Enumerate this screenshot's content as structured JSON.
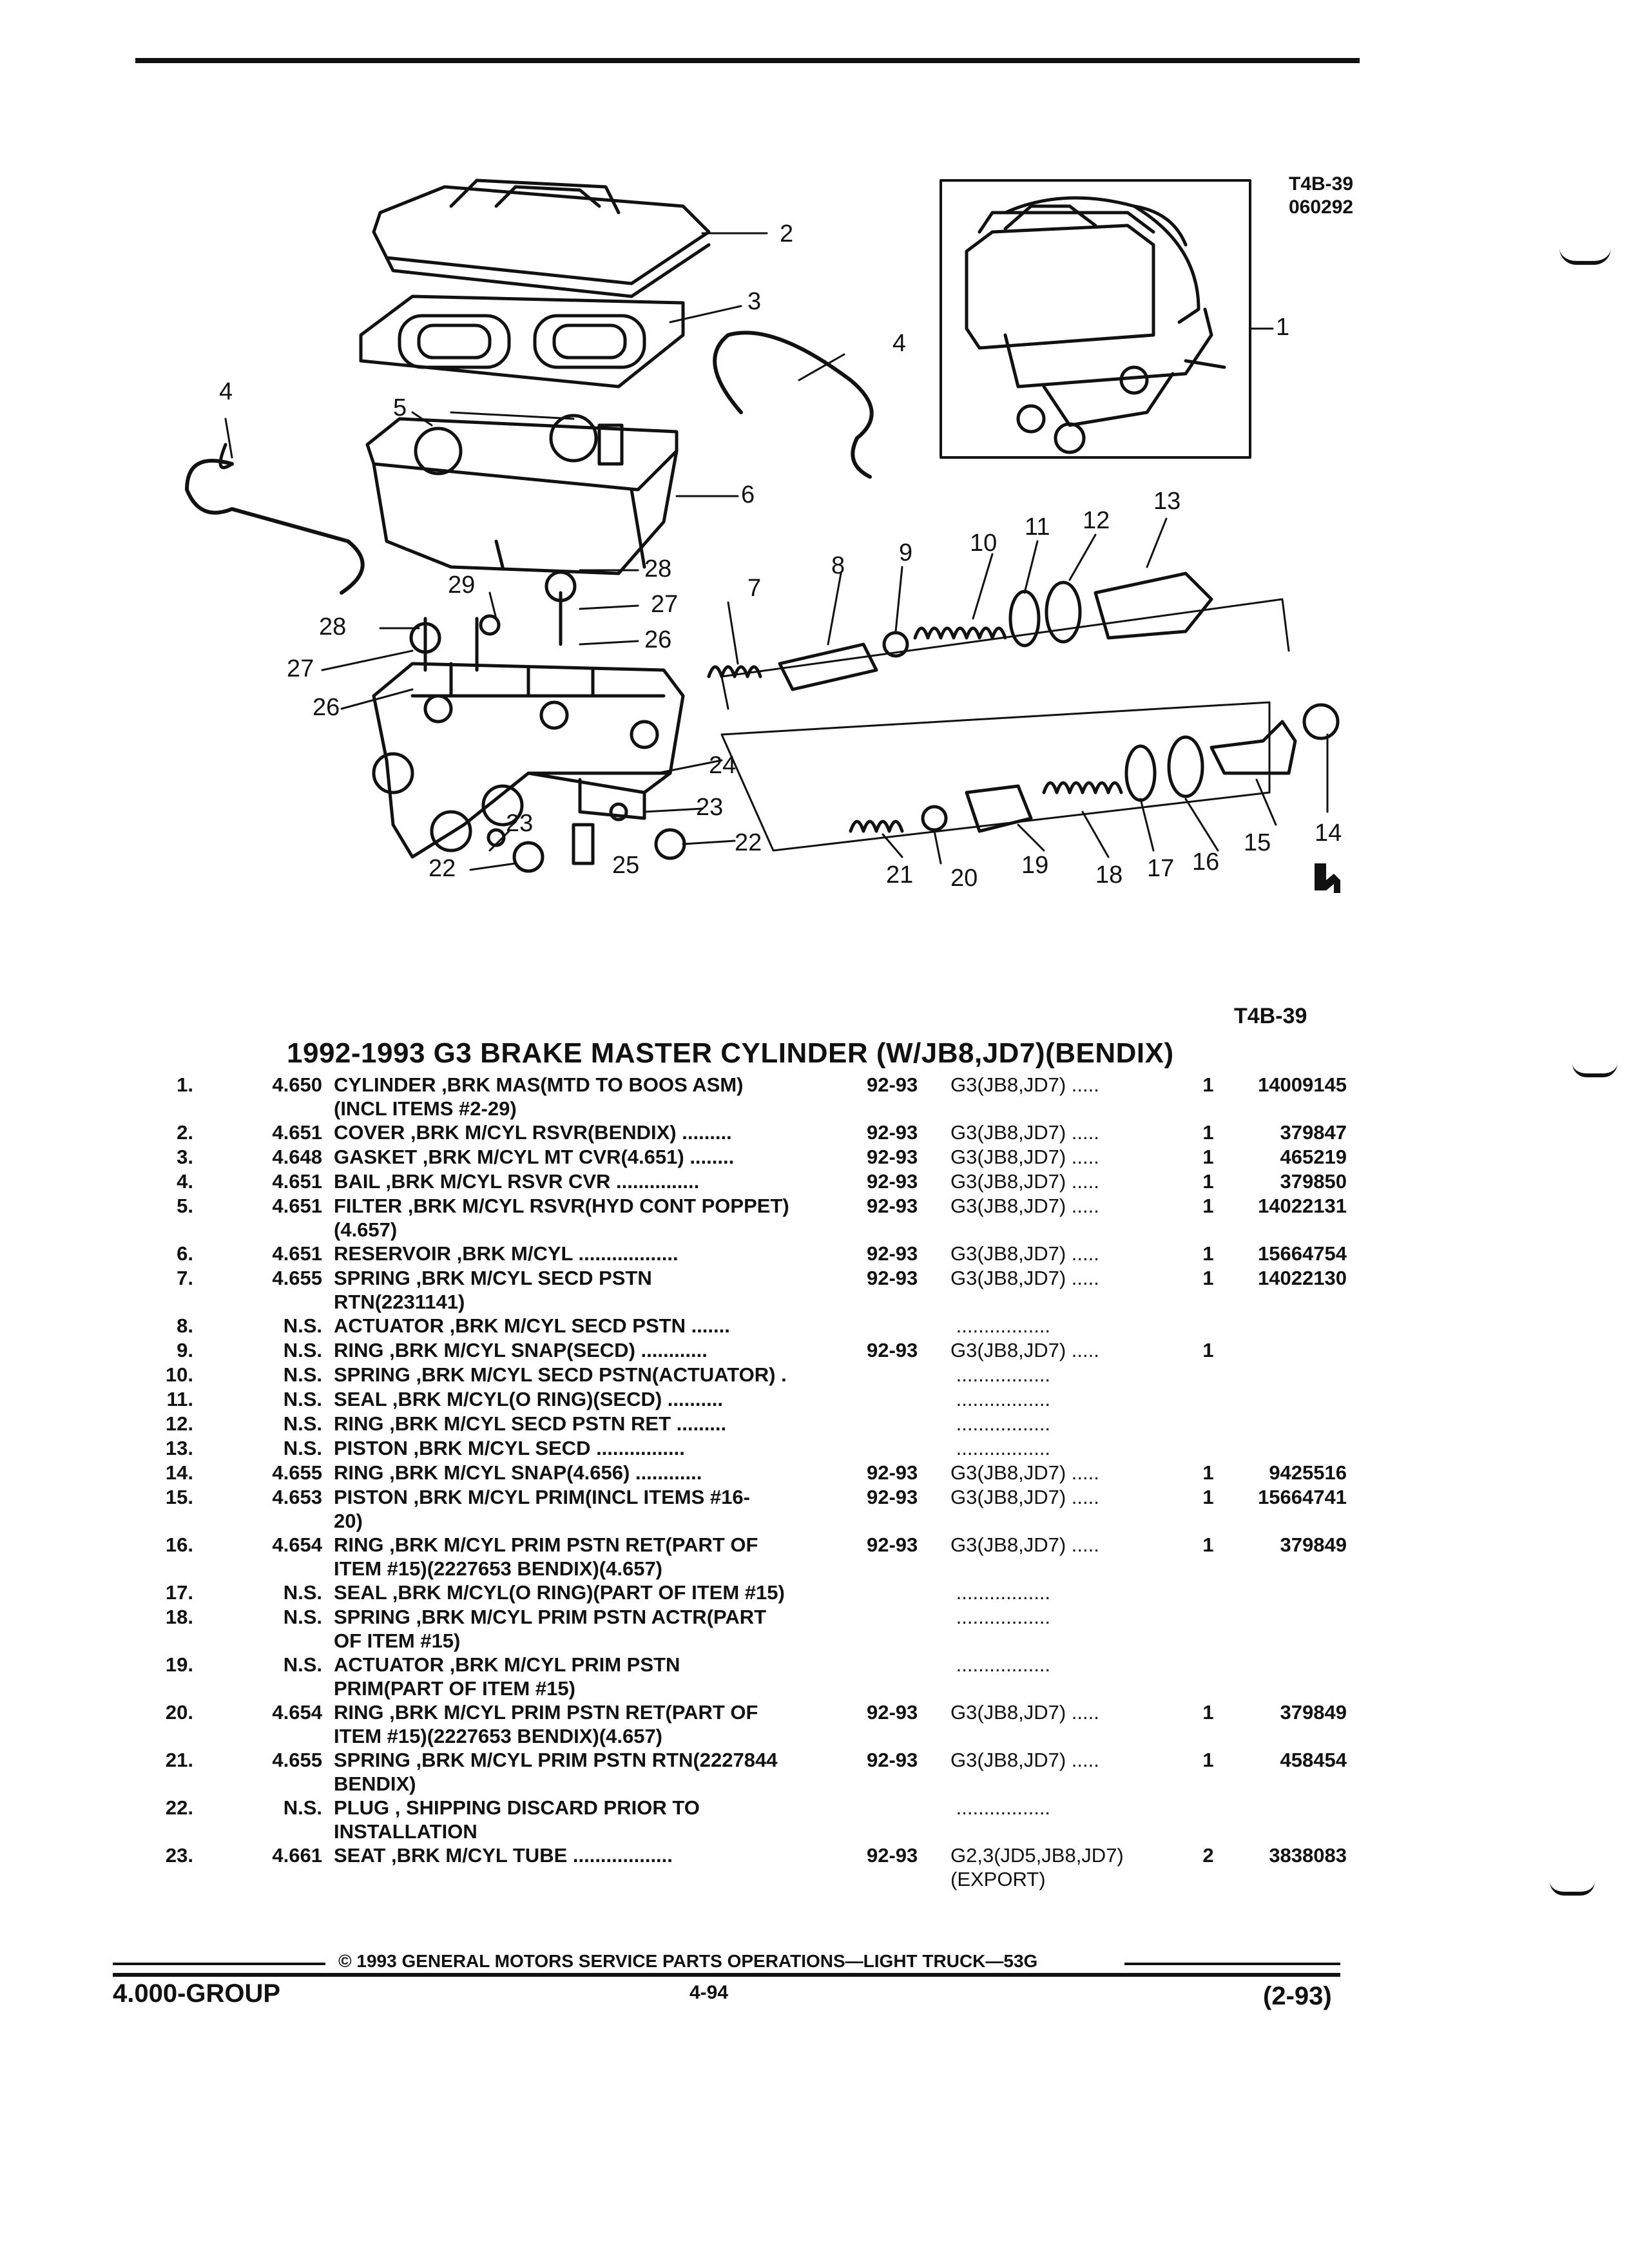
{
  "header": {
    "figure_code": "T4B-39",
    "figure_date": "060292"
  },
  "diagram": {
    "callouts": [
      "1",
      "2",
      "3",
      "4",
      "4",
      "5",
      "6",
      "7",
      "8",
      "9",
      "10",
      "11",
      "12",
      "13",
      "14",
      "15",
      "16",
      "17",
      "18",
      "19",
      "20",
      "21",
      "22",
      "22",
      "23",
      "23",
      "24",
      "25",
      "26",
      "26",
      "27",
      "27",
      "28",
      "28",
      "29"
    ],
    "logo": "GM service parts mark"
  },
  "figure_id": "T4B-39",
  "title": "1992-1993 G3 BRAKE MASTER CYLINDER (W/JB8,JD7)(BENDIX)",
  "parts": [
    {
      "no": "1.",
      "grp": "4.650",
      "desc": "CYLINDER ,BRK MAS(MTD TO BOOS ASM)",
      "desc2": "(INCL ITEMS #2-29)",
      "year": "92-93",
      "model": "G3(JB8,JD7)",
      "dots": ".....",
      "qty": "1",
      "pn": "14009145"
    },
    {
      "no": "2.",
      "grp": "4.651",
      "desc": "COVER ,BRK M/CYL RSVR(BENDIX) .........",
      "desc2": "",
      "year": "92-93",
      "model": "G3(JB8,JD7)",
      "dots": ".....",
      "qty": "1",
      "pn": "379847"
    },
    {
      "no": "3.",
      "grp": "4.648",
      "desc": "GASKET ,BRK M/CYL MT CVR(4.651) ........",
      "desc2": "",
      "year": "92-93",
      "model": "G3(JB8,JD7)",
      "dots": ".....",
      "qty": "1",
      "pn": "465219"
    },
    {
      "no": "4.",
      "grp": "4.651",
      "desc": "BAIL ,BRK M/CYL RSVR CVR ...............",
      "desc2": "",
      "year": "92-93",
      "model": "G3(JB8,JD7)",
      "dots": ".....",
      "qty": "1",
      "pn": "379850"
    },
    {
      "no": "5.",
      "grp": "4.651",
      "desc": "FILTER ,BRK M/CYL RSVR(HYD CONT POPPET)",
      "desc2": "(4.657)",
      "year": "92-93",
      "model": "G3(JB8,JD7)",
      "dots": ".....",
      "qty": "1",
      "pn": "14022131"
    },
    {
      "no": "6.",
      "grp": "4.651",
      "desc": "RESERVOIR ,BRK M/CYL ..................",
      "desc2": "",
      "year": "92-93",
      "model": "G3(JB8,JD7)",
      "dots": ".....",
      "qty": "1",
      "pn": "15664754"
    },
    {
      "no": "7.",
      "grp": "4.655",
      "desc": "SPRING ,BRK M/CYL SECD PSTN",
      "desc2": "RTN(2231141)",
      "year": "92-93",
      "model": "G3(JB8,JD7)",
      "dots": ".....",
      "qty": "1",
      "pn": "14022130"
    },
    {
      "no": "8.",
      "grp": "N.S.",
      "desc": "ACTUATOR ,BRK M/CYL SECD PSTN .......",
      "desc2": "",
      "year": "",
      "model": "",
      "dots": ".................",
      "qty": "",
      "pn": ""
    },
    {
      "no": "9.",
      "grp": "N.S.",
      "desc": "RING ,BRK M/CYL SNAP(SECD) ............",
      "desc2": "",
      "year": "92-93",
      "model": "G3(JB8,JD7)",
      "dots": ".....",
      "qty": "1",
      "pn": ""
    },
    {
      "no": "10.",
      "grp": "N.S.",
      "desc": "SPRING ,BRK M/CYL SECD PSTN(ACTUATOR) .",
      "desc2": "",
      "year": "",
      "model": "",
      "dots": ".................",
      "qty": "",
      "pn": ""
    },
    {
      "no": "11.",
      "grp": "N.S.",
      "desc": "SEAL ,BRK M/CYL(O RING)(SECD) ..........",
      "desc2": "",
      "year": "",
      "model": "",
      "dots": ".................",
      "qty": "",
      "pn": ""
    },
    {
      "no": "12.",
      "grp": "N.S.",
      "desc": "RING ,BRK M/CYL SECD PSTN RET .........",
      "desc2": "",
      "year": "",
      "model": "",
      "dots": ".................",
      "qty": "",
      "pn": ""
    },
    {
      "no": "13.",
      "grp": "N.S.",
      "desc": "PISTON ,BRK M/CYL SECD ................",
      "desc2": "",
      "year": "",
      "model": "",
      "dots": ".................",
      "qty": "",
      "pn": ""
    },
    {
      "no": "14.",
      "grp": "4.655",
      "desc": "RING ,BRK M/CYL SNAP(4.656) ............",
      "desc2": "",
      "year": "92-93",
      "model": "G3(JB8,JD7)",
      "dots": ".....",
      "qty": "1",
      "pn": "9425516"
    },
    {
      "no": "15.",
      "grp": "4.653",
      "desc": "PISTON ,BRK M/CYL PRIM(INCL ITEMS #16-",
      "desc2": "20)",
      "year": "92-93",
      "model": "G3(JB8,JD7)",
      "dots": ".....",
      "qty": "1",
      "pn": "15664741"
    },
    {
      "no": "16.",
      "grp": "4.654",
      "desc": "RING ,BRK M/CYL PRIM PSTN RET(PART OF",
      "desc2": "ITEM #15)(2227653 BENDIX)(4.657)",
      "year": "92-93",
      "model": "G3(JB8,JD7)",
      "dots": ".....",
      "qty": "1",
      "pn": "379849"
    },
    {
      "no": "17.",
      "grp": "N.S.",
      "desc": "SEAL ,BRK M/CYL(O RING)(PART OF ITEM #15)",
      "desc2": "",
      "year": "",
      "model": "",
      "dots": ".................",
      "qty": "",
      "pn": ""
    },
    {
      "no": "18.",
      "grp": "N.S.",
      "desc": "SPRING ,BRK M/CYL PRIM PSTN ACTR(PART",
      "desc2": "OF ITEM #15)",
      "year": "",
      "model": "",
      "dots": ".................",
      "qty": "",
      "pn": ""
    },
    {
      "no": "19.",
      "grp": "N.S.",
      "desc": "ACTUATOR ,BRK M/CYL PRIM PSTN",
      "desc2": "PRIM(PART OF ITEM #15)",
      "year": "",
      "model": "",
      "dots": ".................",
      "qty": "",
      "pn": ""
    },
    {
      "no": "20.",
      "grp": "4.654",
      "desc": "RING ,BRK M/CYL PRIM PSTN RET(PART OF",
      "desc2": "ITEM #15)(2227653 BENDIX)(4.657)",
      "year": "92-93",
      "model": "G3(JB8,JD7)",
      "dots": ".....",
      "qty": "1",
      "pn": "379849"
    },
    {
      "no": "21.",
      "grp": "4.655",
      "desc": "SPRING ,BRK M/CYL PRIM PSTN RTN(2227844",
      "desc2": "BENDIX)",
      "year": "92-93",
      "model": "G3(JB8,JD7)",
      "dots": ".....",
      "qty": "1",
      "pn": "458454"
    },
    {
      "no": "22.",
      "grp": "N.S.",
      "desc": "PLUG , SHIPPING DISCARD PRIOR TO",
      "desc2": "INSTALLATION",
      "year": "",
      "model": "",
      "dots": ".................",
      "qty": "",
      "pn": ""
    },
    {
      "no": "23.",
      "grp": "4.661",
      "desc": "SEAT ,BRK M/CYL TUBE ..................",
      "desc2": "",
      "year": "92-93",
      "model": "G2,3(JD5,JB8,JD7)",
      "model2": "(EXPORT)",
      "dots": "",
      "qty": "2",
      "pn": "3838083"
    }
  ],
  "footer": {
    "copyright": "© 1993 GENERAL MOTORS SERVICE PARTS OPERATIONS—LIGHT TRUCK—53G",
    "group": "4.000-GROUP",
    "page": "4-94",
    "date": "(2-93)"
  }
}
